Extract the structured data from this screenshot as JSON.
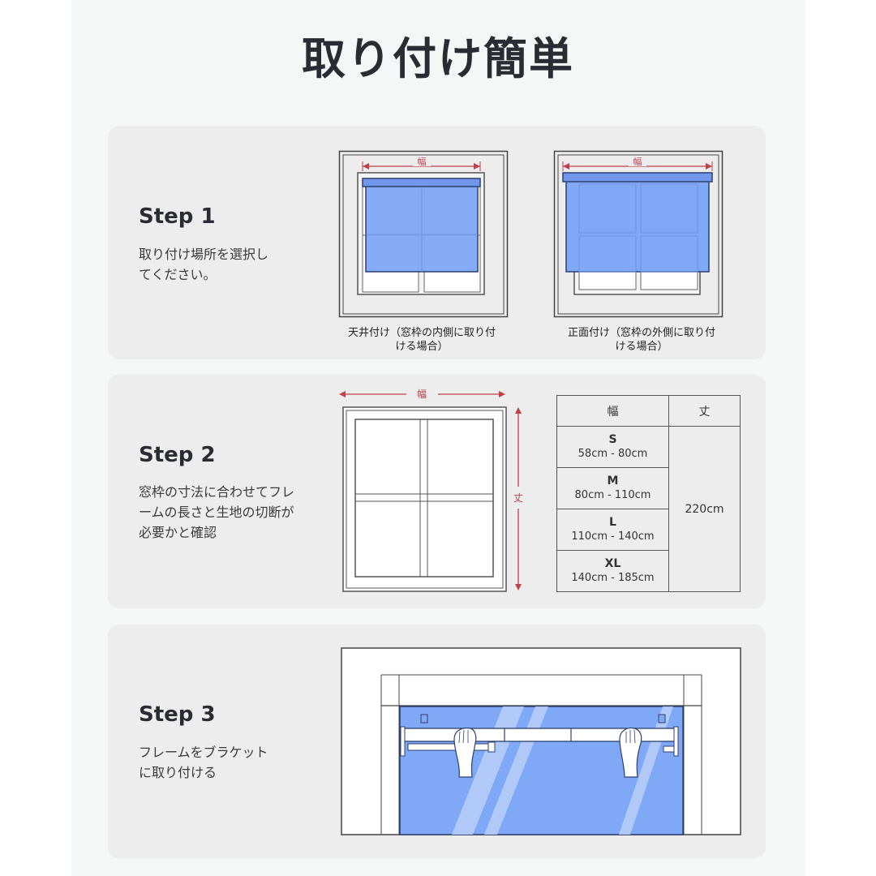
{
  "page": {
    "title": "取り付け簡単"
  },
  "steps": [
    {
      "title": "Step 1",
      "description": "取り付け場所を選択し\nてください。",
      "figures": [
        {
          "caption": "天井付け（窓枠の内側に取り付\nける場合）",
          "dimension_label": "幅"
        },
        {
          "caption": "正面付け（窓枠の外側に取り付\nける場合）",
          "dimension_label": "幅"
        }
      ]
    },
    {
      "title": "Step 2",
      "description": "窓枠の寸法に合わせてフレ\nームの長さと生地の切断が\n必要かと確認",
      "figure": {
        "width_label": "幅",
        "height_label": "丈"
      },
      "size_table": {
        "headers": [
          "幅",
          "丈"
        ],
        "rows": [
          {
            "size": "S",
            "range": "58cm - 80cm"
          },
          {
            "size": "M",
            "range": "80cm - 110cm"
          },
          {
            "size": "L",
            "range": "110cm - 140cm"
          },
          {
            "size": "XL",
            "range": "140cm - 185cm"
          }
        ],
        "height_value": "220cm"
      }
    },
    {
      "title": "Step 3",
      "description": "フレームをブラケット\nに取り付ける"
    }
  ],
  "colors": {
    "blind_blue": "#7fa8f7",
    "blind_dark": "#2d3f6e",
    "dimension_red": "#c0404a",
    "card_bg": "#ededed",
    "column_bg": "#f5f6f6"
  }
}
